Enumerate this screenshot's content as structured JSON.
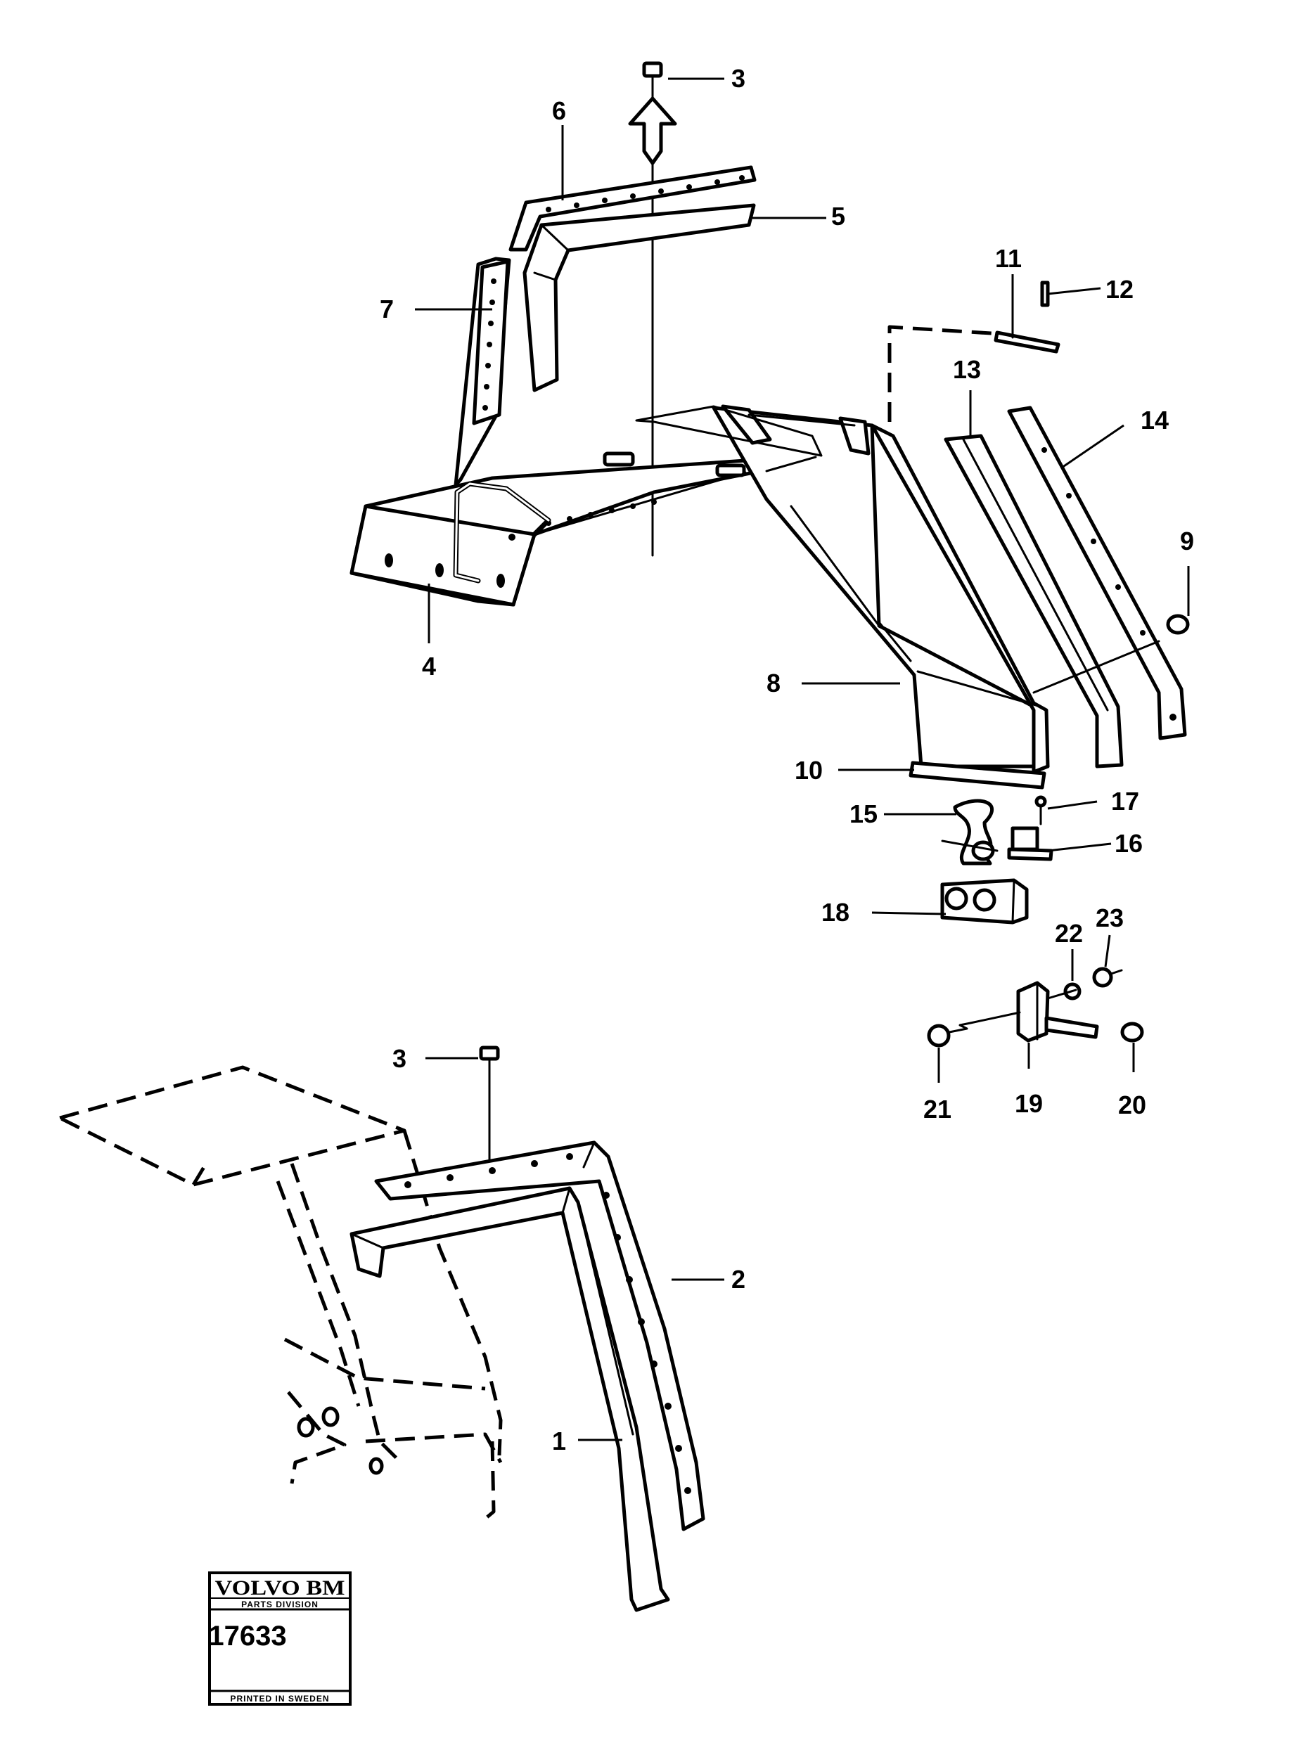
{
  "diagram": {
    "callouts": {
      "c1": "1",
      "c2": "2",
      "c3a": "3",
      "c3b": "3",
      "c4": "4",
      "c5": "5",
      "c6": "6",
      "c7": "7",
      "c8": "8",
      "c9": "9",
      "c10": "10",
      "c11": "11",
      "c12": "12",
      "c13": "13",
      "c14": "14",
      "c15": "15",
      "c16": "16",
      "c17": "17",
      "c18": "18",
      "c19": "19",
      "c20": "20",
      "c21": "21",
      "c22": "22",
      "c23": "23"
    }
  },
  "stamp": {
    "brand": "VOLVO BM",
    "division": "PARTS DIVISION",
    "number": "17633",
    "printed": "PRINTED IN SWEDEN"
  }
}
